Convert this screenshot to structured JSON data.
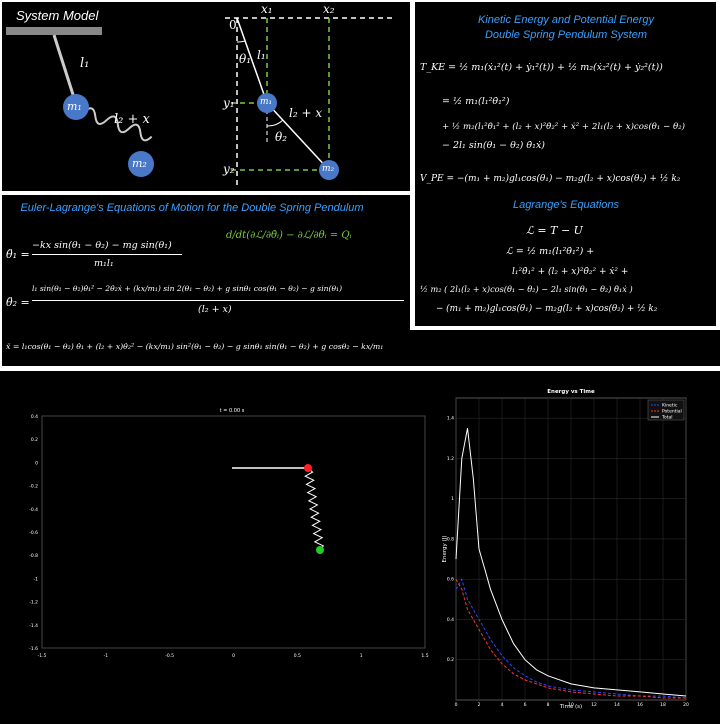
{
  "system_model": {
    "title": "System Model",
    "l1": "l₁",
    "l2x": "l₂ + x",
    "m1": "m₁",
    "m2": "m₂"
  },
  "geometry_diagram": {
    "x1": "x₁",
    "x2": "x₂",
    "y1": "y₁",
    "y2": "y₂",
    "origin": "0",
    "theta1": "θ₁",
    "theta2": "θ₂",
    "l1": "l₁",
    "l2x": "l₂ + x",
    "m1": "m₁",
    "m2": "m₂"
  },
  "energy_panel": {
    "title_line1": "Kinetic Energy and Potential Energy",
    "title_line2": "Double Spring Pendulum System",
    "tke_1": "T_KE = ½ m₁(ẋ₁²(t) + ẏ₁²(t)) + ½ m₂(ẋ₂²(t) + ẏ₂²(t))",
    "tke_2": "= ½ m₁(l₁²θ̇₁²)",
    "tke_3": "+ ½ m₂(l₁²θ̇₁² + (l₂ + x)²θ̇₂² + ẋ² + 2l₁(l₂ + x)cos(θ₁ − θ₂)",
    "tke_4": "− 2l₁ sin(θ₁ − θ₂) θ̇₁ẋ)",
    "vpe": "V_PE = −(m₁ + m₂)gl₁cos(θ₁) − m₂g(l₂ + x)cos(θ₂) + ½ k₂",
    "lagrange_title": "Lagrange's Equations",
    "lag_1": "ℒ = T − U",
    "lag_2": "ℒ = ½ m₁(l₁²θ̇₁²) +",
    "lag_3": "l₁²θ̇₁² + (l₂ + x)²θ̇₂² + ẋ² +",
    "lag_4": "½ m₂ ( 2l₁(l₂ + x)cos(θ₁ − θ₂) − 2l₁ sin(θ₁ − θ₂) θ̇₁ẋ )",
    "lag_5": "− (m₁ + m₂)gl₁cos(θ₁) − m₂g(l₂ + x)cos(θ₂) + ½ k₂"
  },
  "euler_panel": {
    "title": "Euler-Lagrange's Equations of Motion for the Double Spring Pendulum",
    "general": "d/dt(∂ℒ/∂θ̇ᵢ) − ∂ℒ/∂θᵢ = Qᵢ",
    "theta1_lhs": "θ̈₁ =",
    "theta1_num": "−kx sin(θ₁ − θ₂) − mg sin(θ₁)",
    "theta1_den": "m₁l₁",
    "theta2_lhs": "θ̈₂ =",
    "theta2_num": "l₁ sin(θ₁ − θ₂)θ̇₁² − 2θ̇₂ẋ + (kx/m₁) sin 2(θ₁ − θ₂) + g sinθ₁ cos(θ₁ − θ₂) − g sin(θ₁)",
    "theta2_den": "(l₂ + x)",
    "xddot": "ẍ = l₁cos(θ₁ − θ₂) θ̇₁ + (l₂ + x)θ̇₂² − (kx/m₁) sin²(θ₁ − θ₂) − g sinθ₁ sin(θ₁ − θ₂) + g cosθ₂ − kx/m₁"
  },
  "animation_plot": {
    "time_label": "t = 0.00 s",
    "xticks": [
      "-1.5",
      "-1",
      "-0.5",
      "0",
      "0.5",
      "1",
      "1.5"
    ],
    "yticks": [
      "0.4",
      "0.2",
      "0",
      "-0.2",
      "-0.4",
      "-0.6",
      "-0.8",
      "-1",
      "-1.2",
      "-1.4",
      "-1.6"
    ],
    "colors": {
      "mass1": "#ff2020",
      "mass2": "#22cc22",
      "rod": "#ffffff"
    }
  },
  "chart_data": {
    "type": "line",
    "title": "Energy vs Time",
    "xlabel": "Time (s)",
    "ylabel": "Energy (J)",
    "xlim": [
      0,
      20
    ],
    "ylim": [
      0,
      1.5
    ],
    "xticks": [
      "0",
      "2",
      "4",
      "6",
      "8",
      "10",
      "12",
      "14",
      "16",
      "18",
      "20"
    ],
    "yticks": [
      "0.2",
      "0.4",
      "0.6",
      "0.8",
      "1",
      "1.2",
      "1.4"
    ],
    "grid": true,
    "legend_position": "top-right",
    "series": [
      {
        "name": "Kinetic",
        "color": "#3344ff",
        "style": "dashed",
        "x": [
          0,
          0.5,
          1,
          1.5,
          2,
          2.5,
          3,
          4,
          5,
          6,
          7,
          8,
          10,
          12,
          14,
          16,
          18,
          20
        ],
        "y": [
          0.55,
          0.6,
          0.5,
          0.45,
          0.4,
          0.35,
          0.3,
          0.22,
          0.16,
          0.12,
          0.09,
          0.07,
          0.05,
          0.04,
          0.03,
          0.02,
          0.02,
          0.01
        ]
      },
      {
        "name": "Potential",
        "color": "#ff3333",
        "style": "dashed",
        "x": [
          0,
          0.5,
          1,
          1.5,
          2,
          2.5,
          3,
          4,
          5,
          6,
          7,
          8,
          10,
          12,
          14,
          16,
          18,
          20
        ],
        "y": [
          0.6,
          0.55,
          0.45,
          0.4,
          0.35,
          0.3,
          0.25,
          0.18,
          0.13,
          0.1,
          0.08,
          0.06,
          0.04,
          0.03,
          0.02,
          0.02,
          0.01,
          0.01
        ]
      },
      {
        "name": "Total",
        "color": "#ffffff",
        "style": "solid",
        "x": [
          0,
          0.5,
          1,
          1.5,
          2,
          2.5,
          3,
          4,
          5,
          6,
          7,
          8,
          10,
          12,
          14,
          16,
          18,
          20
        ],
        "y": [
          0.7,
          1.2,
          1.35,
          1.1,
          0.75,
          0.65,
          0.55,
          0.4,
          0.28,
          0.2,
          0.15,
          0.12,
          0.08,
          0.06,
          0.05,
          0.04,
          0.03,
          0.02
        ]
      }
    ]
  }
}
